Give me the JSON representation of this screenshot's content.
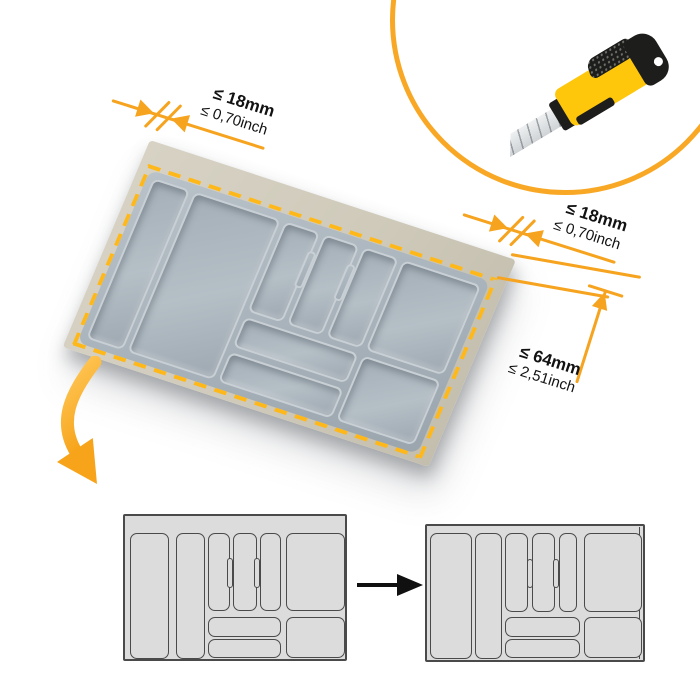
{
  "annotations": {
    "top_margin": {
      "mm": "≤ 18mm",
      "inch": "≤ 0,70inch"
    },
    "right_margin": {
      "mm": "≤ 18mm",
      "inch": "≤ 0,70inch"
    },
    "depth": {
      "mm": "≤ 64mm",
      "inch": "≤ 2,51inch"
    }
  },
  "icons": {
    "knife": "utility-knife-icon",
    "badge": "circle-badge",
    "curved_arrow": "curved-arrow-icon",
    "transform_arrow": "right-arrow-icon"
  },
  "colors": {
    "accent_orange": "#F6A41F",
    "dash_yellow": "#FFB81A",
    "board_beige": "#D2CDBD",
    "tray_gray": "#ABB5BD",
    "diagram_gray": "#DCDCDC",
    "knife_yellow": "#FEC70C",
    "ink_black": "#121212"
  }
}
